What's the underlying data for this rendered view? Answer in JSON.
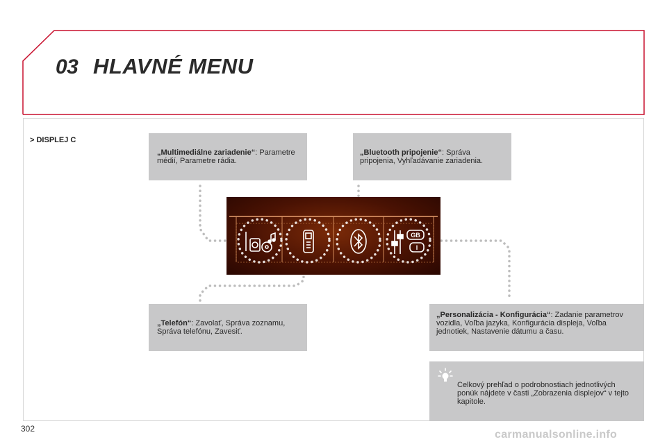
{
  "header": {
    "chapter": "03",
    "title": "HLAVNÉ MENU"
  },
  "section": {
    "label": "> DISPLEJ C"
  },
  "callouts": {
    "multimedia": {
      "title": "„Multimediálne zariadenie“",
      "text": ": Parametre médií, Parametre rádia."
    },
    "bluetooth": {
      "title": "„Bluetooth pripojenie“",
      "text": ": Správa pripojenia, Vyhľadávanie zariadenia."
    },
    "phone": {
      "title": "„Telefón“",
      "text": ": Zavolať, Správa zoznamu, Správa telefónu, Zavesiť."
    },
    "personalization": {
      "title": "„Personalizácia - Konfigurácia“",
      "text": ": Zadanie parametrov vozidla, Voľba jazyka, Konfigurácia displeja, Voľba jednotiek, Nastavenie dátumu a času."
    },
    "tip": {
      "text": "Celkový prehľad o podrobnostiach jednotlivých ponúk nájdete v časti „Zobrazenia displejov“ v tejto kapitole."
    }
  },
  "display": {
    "icons": [
      "multimedia-icon",
      "phone-icon",
      "bluetooth-icon",
      "settings-icon"
    ],
    "language_badges": [
      "GB",
      "I"
    ]
  },
  "footer": {
    "page_number": "302",
    "watermark": "carmanualsonline.info"
  },
  "colors": {
    "accent": "#c8102e",
    "callout_bg": "#c8c8c9",
    "display_bg": "#4a1203",
    "dots": "#bdbdbd"
  }
}
